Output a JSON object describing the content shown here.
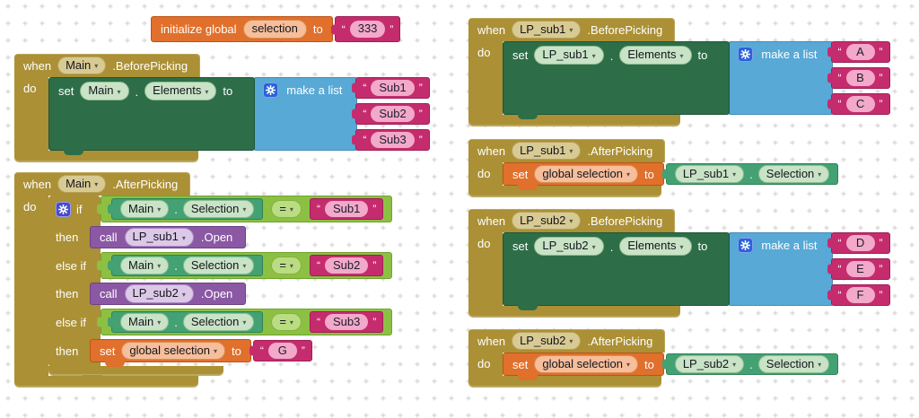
{
  "labels": {
    "when": "when",
    "do": "do",
    "set": "set",
    "to": "to",
    "call": "call",
    "if": "if",
    "then": "then",
    "else_if": "else if",
    "make_a_list": "make a list",
    "initialize_global": "initialize global",
    "dot": "."
  },
  "strings": {
    "open_quote": "“",
    "close_quote": "”"
  },
  "icons": {
    "dropdown_arrow": "▾",
    "gear": "mutator-gear"
  },
  "colors": {
    "event_gold": "#AB9035",
    "setter_green": "#2D6E48",
    "getter_green": "#43A173",
    "logic_green": "#8CC043",
    "list_blue": "#58A9D6",
    "text_magenta": "#C52C6E",
    "variable_orange": "#E0702C",
    "procedure_purple": "#8B58A4"
  },
  "blocks": {
    "init_global": {
      "var_name": "selection",
      "value": "333"
    },
    "main_before": {
      "component": "Main",
      "event": ".BeforePicking",
      "property": "Elements",
      "items": [
        "Sub1",
        "Sub2",
        "Sub3"
      ]
    },
    "main_after": {
      "component": "Main",
      "event": ".AfterPicking",
      "branches": [
        {
          "component": "Main",
          "property": "Selection",
          "op": "=",
          "value": "Sub1"
        },
        {
          "component": "Main",
          "property": "Selection",
          "op": "=",
          "value": "Sub2"
        },
        {
          "component": "Main",
          "property": "Selection",
          "op": "=",
          "value": "Sub3"
        }
      ],
      "then1": {
        "component": "LP_sub1",
        "method": ".Open"
      },
      "then2": {
        "component": "LP_sub2",
        "method": ".Open"
      },
      "then3": {
        "var_name": "global selection",
        "value": "G"
      }
    },
    "lp1_before": {
      "component": "LP_sub1",
      "event": ".BeforePicking",
      "property": "Elements",
      "items": [
        "A",
        "B",
        "C"
      ]
    },
    "lp1_after": {
      "component": "LP_sub1",
      "event": ".AfterPicking",
      "var_name": "global selection",
      "getter": {
        "component": "LP_sub1",
        "property": "Selection"
      }
    },
    "lp2_before": {
      "component": "LP_sub2",
      "event": ".BeforePicking",
      "property": "Elements",
      "items": [
        "D",
        "E",
        "F"
      ]
    },
    "lp2_after": {
      "component": "LP_sub2",
      "event": ".AfterPicking",
      "var_name": "global selection",
      "getter": {
        "component": "LP_sub2",
        "property": "Selection"
      }
    }
  }
}
